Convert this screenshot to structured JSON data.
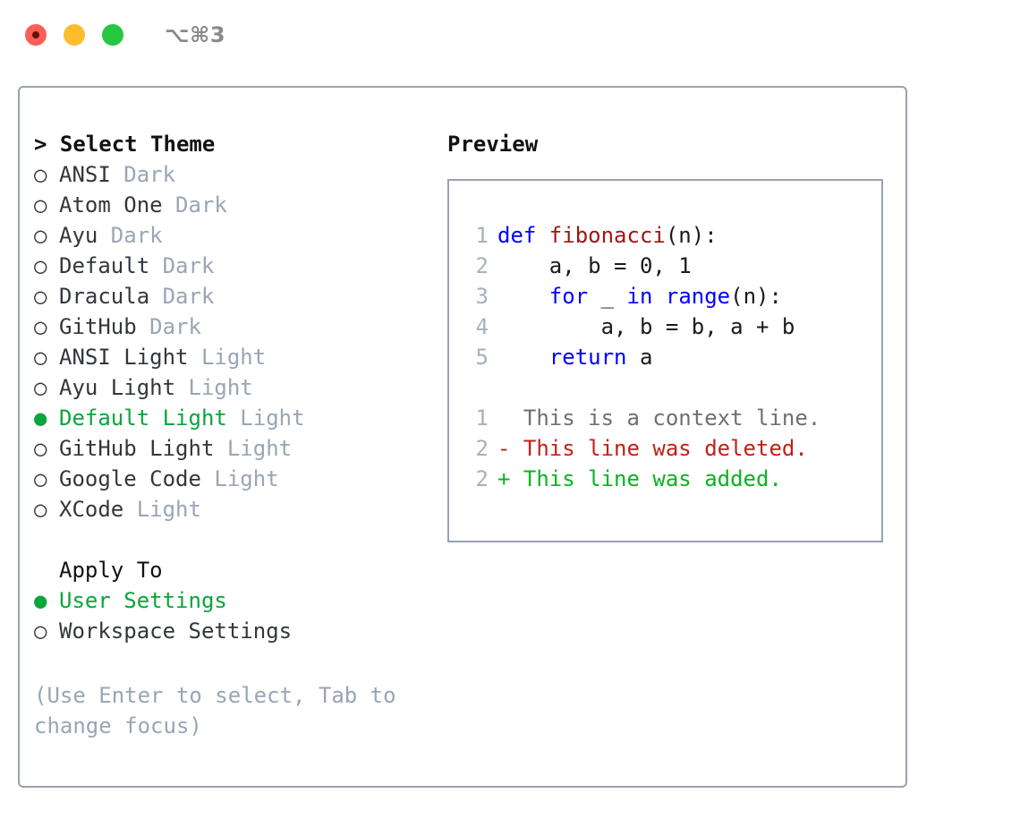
{
  "titlebar": {
    "lights": [
      {
        "name": "close",
        "color": "#fd5e57"
      },
      {
        "name": "minimize",
        "color": "#febc2e"
      },
      {
        "name": "maximize",
        "color": "#26c840"
      }
    ],
    "shortcut": "⌥⌘3"
  },
  "theme_list": {
    "header": "> Select Theme",
    "items": [
      {
        "bullet": "○",
        "name": "ANSI",
        "tag": "Dark",
        "selected": false
      },
      {
        "bullet": "○",
        "name": "Atom One",
        "tag": "Dark",
        "selected": false
      },
      {
        "bullet": "○",
        "name": "Ayu",
        "tag": "Dark",
        "selected": false
      },
      {
        "bullet": "○",
        "name": "Default",
        "tag": "Dark",
        "selected": false
      },
      {
        "bullet": "○",
        "name": "Dracula",
        "tag": "Dark",
        "selected": false
      },
      {
        "bullet": "○",
        "name": "GitHub",
        "tag": "Dark",
        "selected": false
      },
      {
        "bullet": "○",
        "name": "ANSI Light",
        "tag": "Light",
        "selected": false
      },
      {
        "bullet": "○",
        "name": "Ayu Light",
        "tag": "Light",
        "selected": false
      },
      {
        "bullet": "●",
        "name": "Default Light",
        "tag": "Light",
        "selected": true
      },
      {
        "bullet": "○",
        "name": "GitHub Light",
        "tag": "Light",
        "selected": false
      },
      {
        "bullet": "○",
        "name": "Google Code",
        "tag": "Light",
        "selected": false
      },
      {
        "bullet": "○",
        "name": "XCode",
        "tag": "Light",
        "selected": false
      }
    ]
  },
  "apply_to": {
    "header": "Apply To",
    "options": [
      {
        "bullet": "●",
        "label": "User Settings",
        "selected": true
      },
      {
        "bullet": "○",
        "label": "Workspace Settings",
        "selected": false
      }
    ]
  },
  "help": {
    "text": "(Use Enter to select, Tab to change focus)"
  },
  "preview": {
    "title": "Preview",
    "code_lines": [
      {
        "num": "1",
        "segments": [
          {
            "t": "def ",
            "c": "kw"
          },
          {
            "t": "fibonacci",
            "c": "fn"
          },
          {
            "t": "(n):",
            "c": "pl"
          }
        ]
      },
      {
        "num": "2",
        "segments": [
          {
            "t": "    a, b = 0, 1",
            "c": "pl"
          }
        ]
      },
      {
        "num": "3",
        "segments": [
          {
            "t": "    ",
            "c": "pl"
          },
          {
            "t": "for",
            "c": "kw"
          },
          {
            "t": " _ ",
            "c": "pl"
          },
          {
            "t": "in",
            "c": "kw"
          },
          {
            "t": " ",
            "c": "pl"
          },
          {
            "t": "range",
            "c": "kw"
          },
          {
            "t": "(n):",
            "c": "pl"
          }
        ]
      },
      {
        "num": "4",
        "segments": [
          {
            "t": "        a, b = b, a + b",
            "c": "pl"
          }
        ]
      },
      {
        "num": "5",
        "segments": [
          {
            "t": "    ",
            "c": "pl"
          },
          {
            "t": "return",
            "c": "kw"
          },
          {
            "t": " a",
            "c": "pl"
          }
        ]
      }
    ],
    "diff_lines": [
      {
        "num": "1",
        "marker": " ",
        "text": " This is a context line.",
        "kind": "diff-ctx"
      },
      {
        "num": "2",
        "marker": "-",
        "text": " This line was deleted.",
        "kind": "diff-del"
      },
      {
        "num": "2",
        "marker": "+",
        "text": " This line was added.",
        "kind": "diff-add"
      }
    ]
  },
  "colors": {
    "accent_green": "#0aa53c",
    "border": "#98a2b2",
    "muted": "#9aa5b4",
    "keyword_blue": "#0000ff",
    "function_red": "#a11515",
    "diff_add_green": "#0ab320",
    "diff_del_red": "#c0211a",
    "line_number": "#a8b0bd"
  }
}
